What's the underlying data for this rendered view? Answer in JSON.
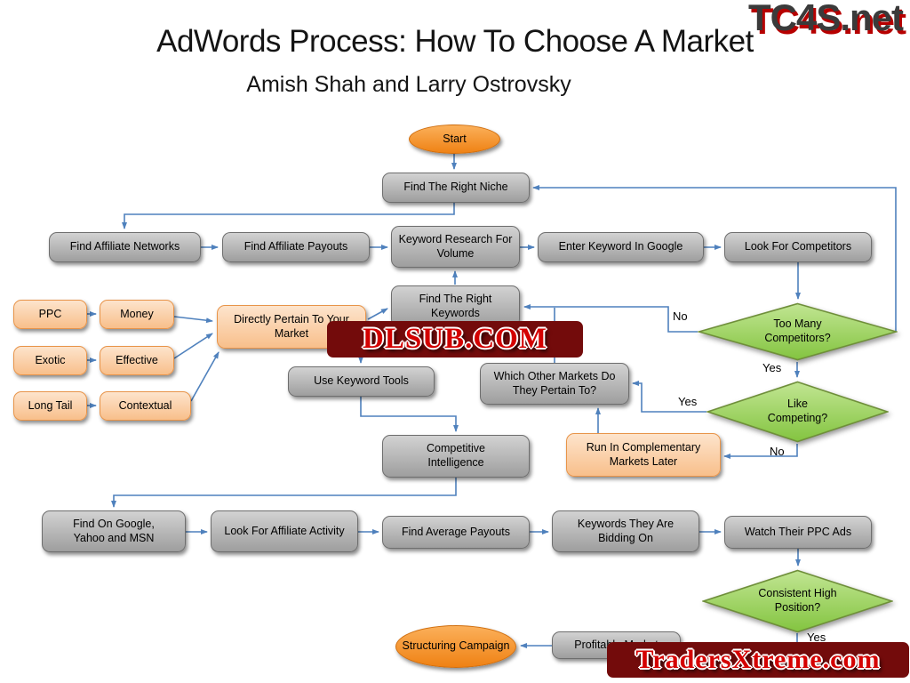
{
  "title": "AdWords Process: How To Choose A Market",
  "subtitle": "Amish Shah and Larry Ostrovsky",
  "watermarks": {
    "top_right": "TC4S.net",
    "center": "DLSUB.COM",
    "bottom_right": "TradersXtreme.com"
  },
  "nodes": {
    "start": "Start",
    "find_right_niche": "Find The Right Niche",
    "find_affiliate_networks": "Find Affiliate Networks",
    "find_affiliate_payouts": "Find Affiliate Payouts",
    "keyword_research_volume": "Keyword Research For Volume",
    "enter_keyword_google": "Enter Keyword In Google",
    "look_for_competitors": "Look For Competitors",
    "ppc": "PPC",
    "money": "Money",
    "exotic": "Exotic",
    "effective": "Effective",
    "long_tail": "Long Tail",
    "contextual": "Contextual",
    "directly_pertain": "Directly Pertain To Your Market",
    "find_right_keywords": "Find The Right Keywords",
    "use_keyword_tools": "Use Keyword Tools",
    "which_other_markets": "Which Other Markets Do They Pertain To?",
    "too_many_competitors": "Too Many Competitors?",
    "like_competing": "Like Competing?",
    "run_complementary": "Run In Complementary Markets Later",
    "competitive_intelligence": "Competitive Intelligence",
    "find_on_google": "Find On Google, Yahoo and MSN",
    "look_affiliate_activity": "Look For Affiliate Activity",
    "find_average_payouts": "Find Average Payouts",
    "keywords_bidding_on": "Keywords They Are Bidding On",
    "watch_ppc_ads": "Watch Their PPC Ads",
    "consistent_high_position": "Consistent High Position?",
    "profitable_market": "Profitable Market",
    "structuring_campaign": "Structuring Campaign"
  },
  "labels": {
    "too_many_no": "No",
    "too_many_yes": "Yes",
    "like_competing_yes": "Yes",
    "like_competing_no": "No",
    "consistent_yes": "Yes"
  },
  "colors": {
    "arrow_blue": "#4F81BD",
    "process_gray": "#BFBFBF",
    "accent_orange": "#FAC090",
    "terminator_orange": "#F79646",
    "decision_green": "#92D050",
    "watermark_red": "#CC0000"
  }
}
